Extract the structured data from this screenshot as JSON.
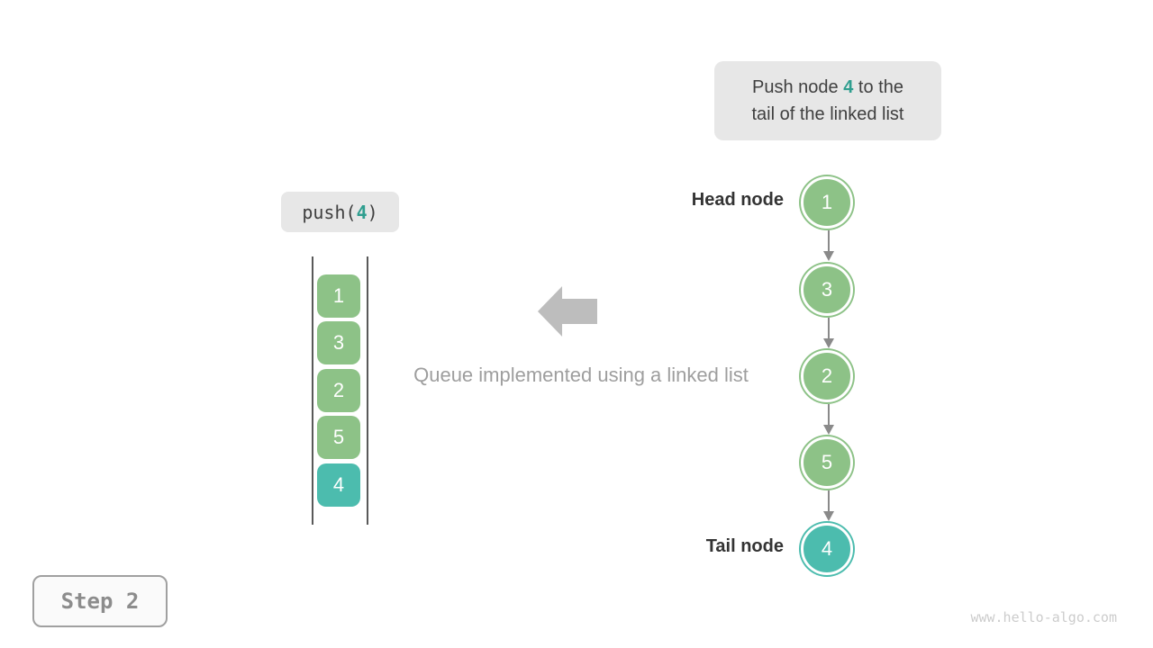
{
  "push_note": {
    "parts": [
      "Push node ",
      "4",
      " to the"
    ],
    "line2": "tail of the linked list"
  },
  "operation": {
    "prefix": "push(",
    "arg": "4",
    "suffix": ")"
  },
  "queue_stack": {
    "items": [
      {
        "value": "1",
        "color": "green"
      },
      {
        "value": "3",
        "color": "green"
      },
      {
        "value": "2",
        "color": "green"
      },
      {
        "value": "5",
        "color": "green"
      },
      {
        "value": "4",
        "color": "teal"
      }
    ]
  },
  "caption": "Queue implemented using a linked list",
  "linked_list": {
    "head_label": "Head node",
    "tail_label": "Tail node",
    "nodes": [
      {
        "value": "1",
        "color": "green"
      },
      {
        "value": "3",
        "color": "green"
      },
      {
        "value": "2",
        "color": "green"
      },
      {
        "value": "5",
        "color": "green"
      },
      {
        "value": "4",
        "color": "teal"
      }
    ]
  },
  "step": {
    "label": "Step 2"
  },
  "watermark": "www.hello-algo.com",
  "colors": {
    "node_green": "#8dc287",
    "node_teal": "#4cbcae",
    "accent_teal": "#2f9e8f",
    "note_bg": "#e7e7e7",
    "link_arrow_gray": "#8a8a8a",
    "block_arrow_gray": "#bdbdbd"
  }
}
